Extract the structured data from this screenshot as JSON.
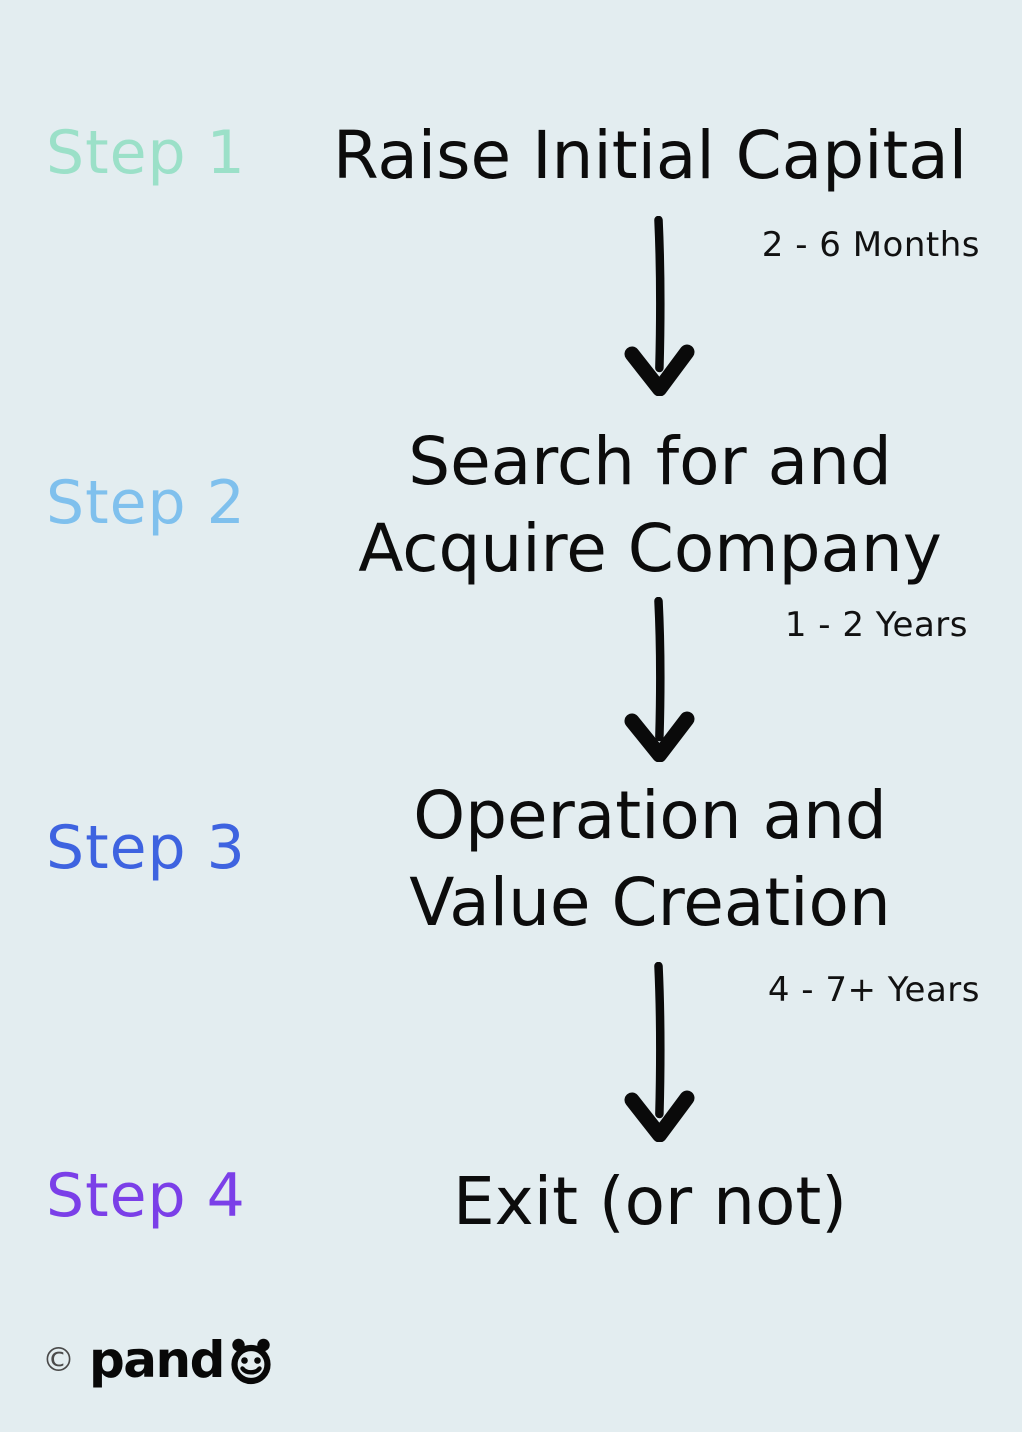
{
  "page": {
    "background_color": "#e3edf0",
    "text_color": "#0c0c0c"
  },
  "steps": [
    {
      "label": "Step 1",
      "label_color": "#9be0c8",
      "heading": "Raise Initial Capital"
    },
    {
      "label": "Step 2",
      "label_color": "#7fc0ed",
      "heading": "Search for and\nAcquire Company"
    },
    {
      "label": "Step 3",
      "label_color": "#3e63e0",
      "heading": "Operation and\nValue Creation"
    },
    {
      "label": "Step 4",
      "label_color": "#7b3fe8",
      "heading": "Exit (or not)"
    }
  ],
  "connectors": [
    {
      "duration": "2 - 6 Months",
      "icon": "down-arrow-icon"
    },
    {
      "duration": "1 - 2 Years",
      "icon": "down-arrow-icon"
    },
    {
      "duration": "4 - 7+ Years",
      "icon": "down-arrow-icon"
    }
  ],
  "footer": {
    "copyright_symbol": "©",
    "brand_text": "pand",
    "brand_mark_icon": "panda-face-icon",
    "brand_full": "panda"
  }
}
